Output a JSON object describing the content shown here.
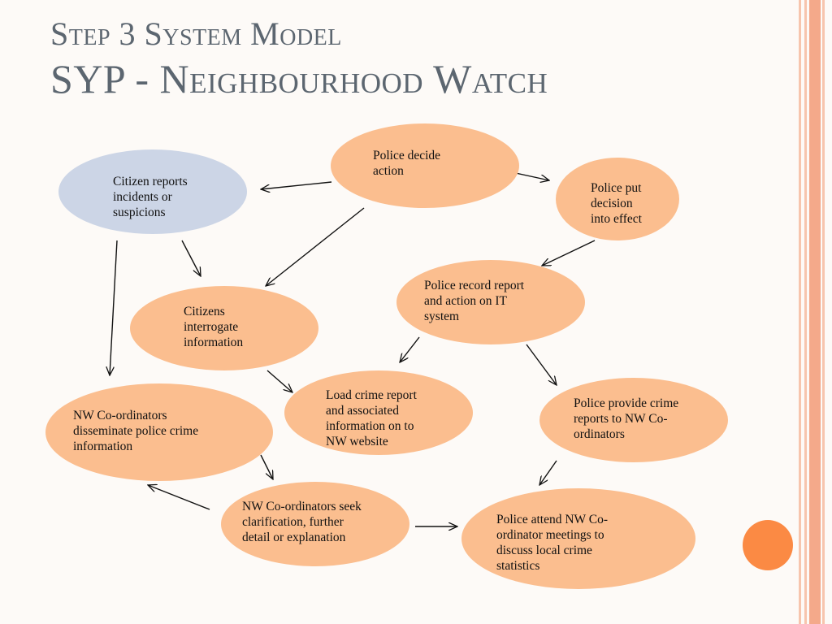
{
  "slide": {
    "title_line1": "Step 3 System Model",
    "title_line2": "SYP - Neighbourhood Watch"
  },
  "colors": {
    "node_fill": "#fbbe8f",
    "citizen_fill": "#ccd5e6",
    "accent_circle": "#fb8a44",
    "stripe_colors": [
      "#f7c5ad",
      "#f7c5ad",
      "#f4a98a",
      "#f7c5ad"
    ],
    "title_color": "#5c6670"
  },
  "nodes": [
    {
      "id": "police-decide-action",
      "label": "Police decide\naction",
      "fill": "node_fill"
    },
    {
      "id": "citizen-reports",
      "label": "Citizen reports\nincidents or\nsuspicions",
      "fill": "citizen_fill"
    },
    {
      "id": "police-put-decision",
      "label": "Police put\ndecision\ninto effect",
      "fill": "node_fill"
    },
    {
      "id": "police-record-report",
      "label": "Police record report\nand action on IT\nsystem",
      "fill": "node_fill"
    },
    {
      "id": "citizens-interrogate",
      "label": "Citizens\ninterrogate\ninformation",
      "fill": "node_fill"
    },
    {
      "id": "load-crime-report",
      "label": "Load crime report\nand associated\ninformation on to\nNW website",
      "fill": "node_fill"
    },
    {
      "id": "police-provide-reports",
      "label": "Police provide crime\nreports to NW Co-\nordinators",
      "fill": "node_fill"
    },
    {
      "id": "nw-disseminate",
      "label": "NW Co-ordinators\ndisseminate police crime\ninformation",
      "fill": "node_fill"
    },
    {
      "id": "nw-seek-clarification",
      "label": "NW Co-ordinators seek\nclarification, further\ndetail or explanation",
      "fill": "node_fill"
    },
    {
      "id": "police-attend-meetings",
      "label": "Police attend NW Co-\nordinator meetings to\ndiscuss local crime\nstatistics",
      "fill": "node_fill"
    }
  ],
  "edges": [
    {
      "from": "police-decide-action",
      "to": "citizen-reports"
    },
    {
      "from": "police-decide-action",
      "to": "police-put-decision"
    },
    {
      "from": "police-decide-action",
      "to": "citizens-interrogate"
    },
    {
      "from": "police-put-decision",
      "to": "police-record-report"
    },
    {
      "from": "citizen-reports",
      "to": "citizens-interrogate"
    },
    {
      "from": "citizen-reports",
      "to": "nw-disseminate"
    },
    {
      "from": "police-record-report",
      "to": "load-crime-report"
    },
    {
      "from": "police-record-report",
      "to": "police-provide-reports"
    },
    {
      "from": "citizens-interrogate",
      "to": "load-crime-report"
    },
    {
      "from": "police-provide-reports",
      "to": "police-attend-meetings"
    },
    {
      "from": "nw-disseminate",
      "to": "nw-seek-clarification"
    },
    {
      "from": "nw-seek-clarification",
      "to": "nw-disseminate"
    },
    {
      "from": "nw-seek-clarification",
      "to": "police-attend-meetings"
    }
  ]
}
